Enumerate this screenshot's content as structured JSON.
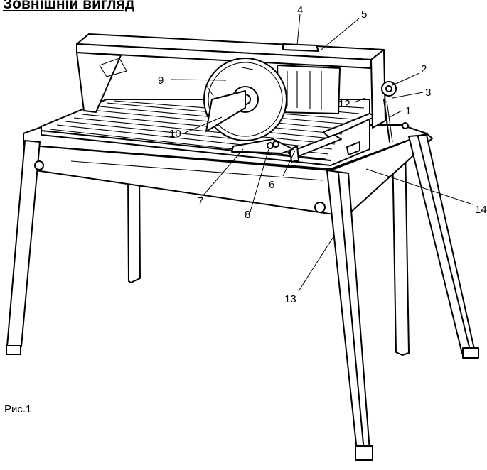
{
  "heading": "Зовнішній вигляд",
  "caption": "Рис.1",
  "callouts": [
    {
      "id": "1",
      "text": "1"
    },
    {
      "id": "2",
      "text": "2"
    },
    {
      "id": "3",
      "text": "3"
    },
    {
      "id": "4",
      "text": "4"
    },
    {
      "id": "5",
      "text": "5"
    },
    {
      "id": "6",
      "text": "6"
    },
    {
      "id": "7",
      "text": "7"
    },
    {
      "id": "8",
      "text": "8"
    },
    {
      "id": "9",
      "text": "9"
    },
    {
      "id": "10",
      "text": "10"
    },
    {
      "id": "12",
      "text": "12"
    },
    {
      "id": "13",
      "text": "13"
    },
    {
      "id": "14",
      "text": "14"
    }
  ]
}
